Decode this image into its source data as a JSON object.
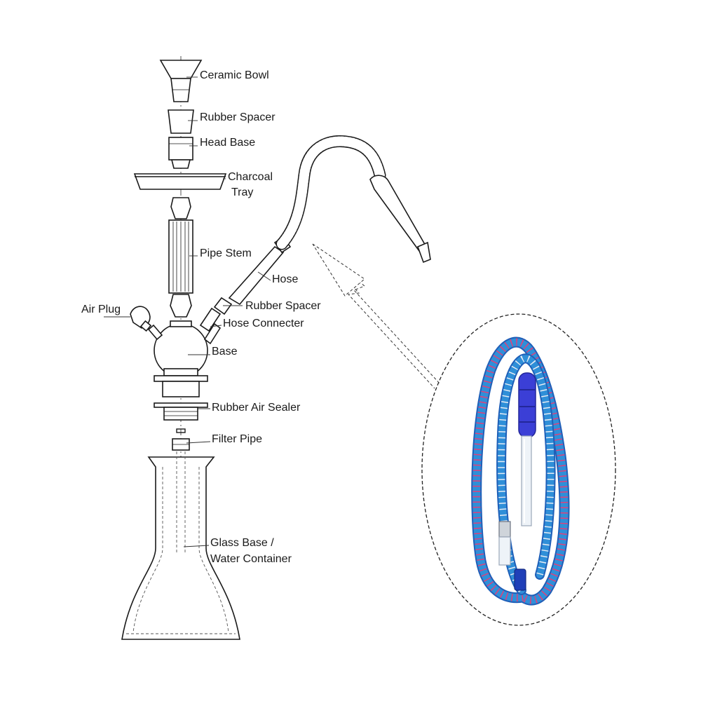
{
  "labels": {
    "ceramic_bowl": "Ceramic Bowl",
    "rubber_spacer_top": "Rubber Spacer",
    "head_base": "Head Base",
    "charcoal_tray_1": "Charcoal",
    "charcoal_tray_2": "Tray",
    "pipe_stem": "Pipe Stem",
    "hose": "Hose",
    "rubber_spacer_side": "Rubber Spacer",
    "hose_connecter": "Hose Connecter",
    "air_plug": "Air Plug",
    "base": "Base",
    "rubber_air_sealer": "Rubber Air Sealer",
    "filter_pipe": "Filter Pipe",
    "glass_base_1": "Glass Base /",
    "glass_base_2": "Water Container"
  },
  "colors": {
    "line": "#1a1a1a",
    "hose_blue": "#2f8fd8",
    "hose_dark": "#1f5fb8",
    "hose_stripe": "#e0407a",
    "grip_blue": "#3b3fd6"
  }
}
